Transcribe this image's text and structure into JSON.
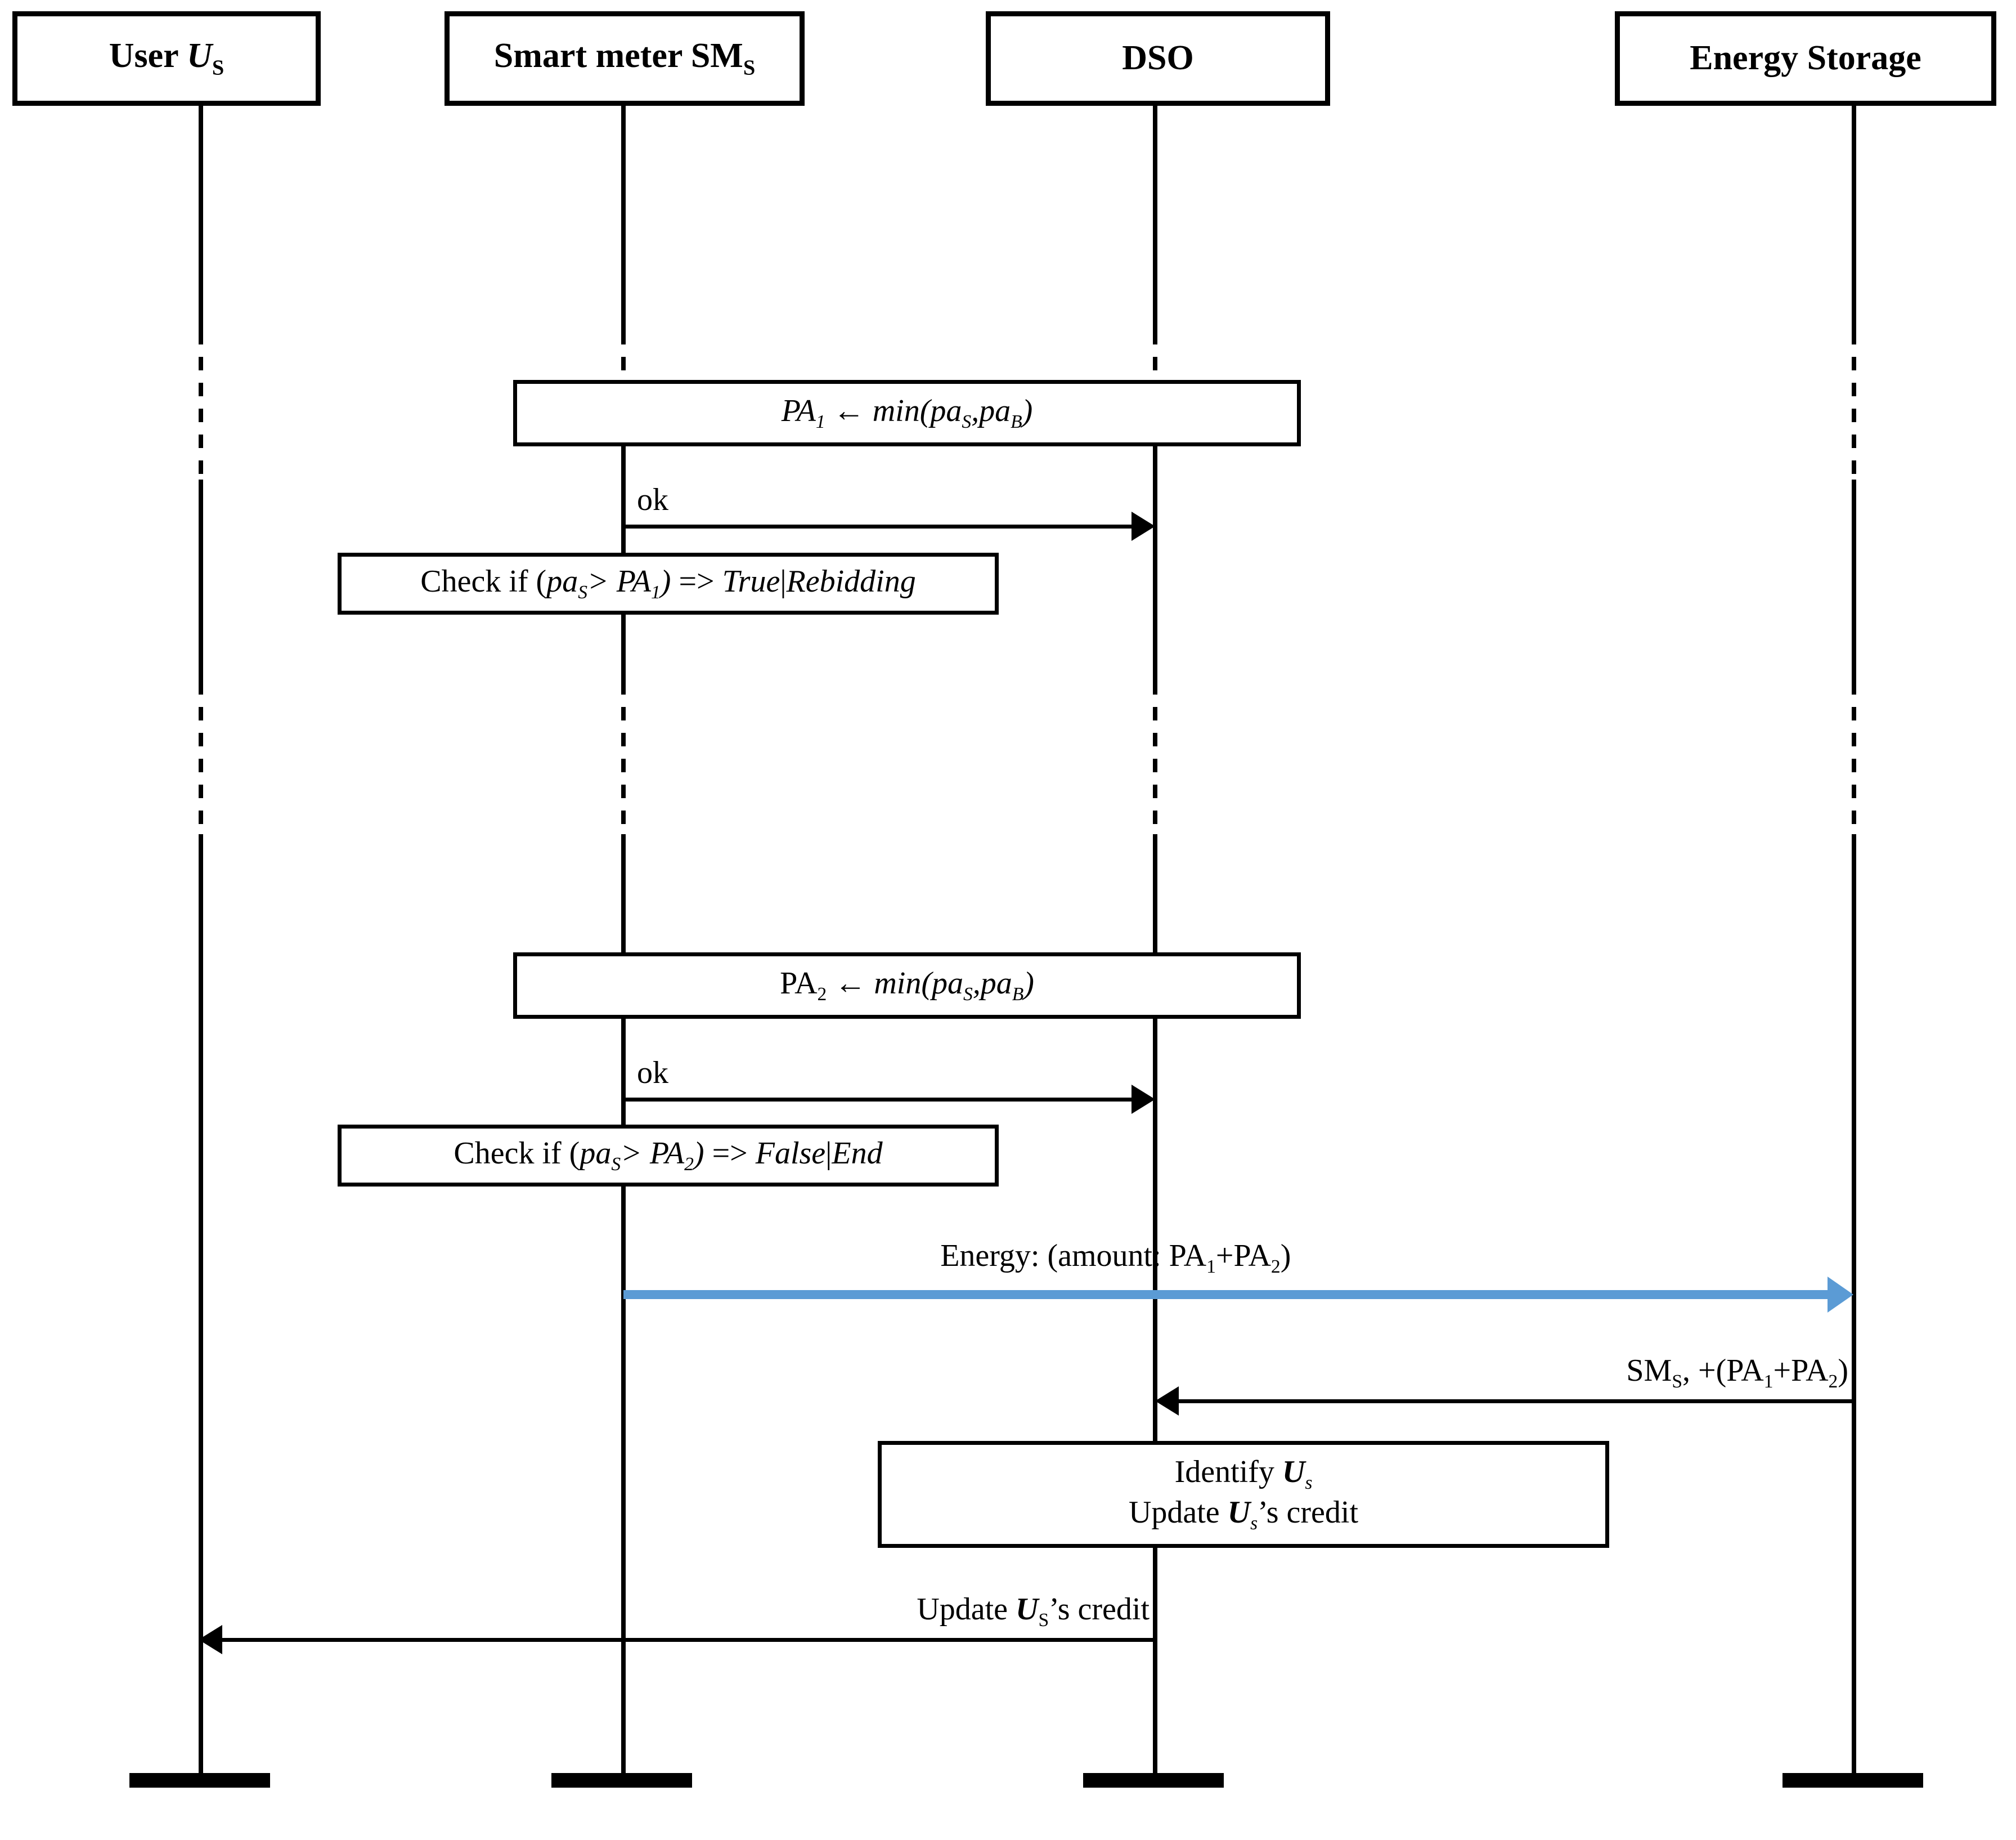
{
  "diagram": {
    "type": "uml-sequence-diagram",
    "accent_blue": "#5b9bd5",
    "line_color": "#000000",
    "background": "#ffffff"
  },
  "participants": [
    {
      "id": "user",
      "label_html": "User <em>U</em><span class=\"sub\">S</span>",
      "label_text": "User US"
    },
    {
      "id": "sm",
      "label_html": "Smart meter SM<span class=\"sub\">S</span>",
      "label_text": "Smart meter SMS"
    },
    {
      "id": "dso",
      "label_html": "DSO",
      "label_text": "DSO"
    },
    {
      "id": "storage",
      "label_html": "Energy Storage",
      "label_text": "Energy Storage"
    }
  ],
  "action_boxes": [
    {
      "id": "pa1",
      "html": "<span class=\"it\">PA</span><span class=\"subi\">1</span> <span class=\"it\">&#8592; min(pa</span><span class=\"subi\">S</span><span class=\"it\">,pa</span><span class=\"subi\">B</span><span class=\"it\">)</span>",
      "text": "PA1 ← min(paS,paB)"
    },
    {
      "id": "check1",
      "html": "Check if (<span class=\"it\">pa</span><span class=\"subi\">S</span><span class=\"it\">&gt; PA</span><span class=\"subi\">1</span><span class=\"it\">)</span> =&gt; <span class=\"it\">True</span>|<span class=\"it\">Rebidding</span>",
      "text": "Check if (paS> PA1) => True|Rebidding"
    },
    {
      "id": "pa2",
      "html": "PA<span class=\"sub\">2</span> <span class=\"it\">&#8592; min(pa</span><span class=\"subi\">S</span><span class=\"it\">,pa</span><span class=\"subi\">B</span><span class=\"it\">)</span>",
      "text": "PA2 ← min(paS,paB)"
    },
    {
      "id": "check2",
      "html": "Check if (<span class=\"it\">pa</span><span class=\"subi\">S</span><span class=\"it\">&gt; PA</span><span class=\"subi\">2</span><span class=\"it\">)</span> =&gt; <span class=\"it\">False</span>|<span class=\"it\">End</span>",
      "text": "Check if (paS> PA2) => False|End"
    },
    {
      "id": "identify",
      "line1_html": "Identify <span class=\"bi\">U</span><span class=\"subi\">s</span>",
      "line1_text": "Identify Us",
      "line2_html": "Update <span class=\"bi\">U</span><span class=\"subi\">s</span>&#8217;s credit",
      "line2_text": "Update Us’s credit"
    }
  ],
  "messages": [
    {
      "id": "ok1",
      "label_html": "ok",
      "label_text": "ok",
      "from": "sm",
      "to": "dso",
      "direction": "right",
      "color": "#000000"
    },
    {
      "id": "ok2",
      "label_html": "ok",
      "label_text": "ok",
      "from": "sm",
      "to": "dso",
      "direction": "right",
      "color": "#000000"
    },
    {
      "id": "energy",
      "label_html": "Energy: (amount: PA<span class=\"sub\">1</span>+PA<span class=\"sub\">2</span>)",
      "label_text": "Energy: (amount: PA1+PA2)",
      "from": "sm",
      "to": "storage",
      "direction": "right",
      "color": "#5b9bd5"
    },
    {
      "id": "credit-in",
      "label_html": "SM<span class=\"sub\">S</span>, +(PA<span class=\"sub\">1</span>+PA<span class=\"sub\">2</span>)",
      "label_text": "SMS, +(PA1+PA2)",
      "from": "storage",
      "to": "dso",
      "direction": "left",
      "color": "#000000"
    },
    {
      "id": "credit-out",
      "label_html": "Update <span class=\"bi\">U</span><span class=\"sub\">S</span>&#8217;s credit",
      "label_text": "Update US’s credit",
      "from": "dso",
      "to": "user",
      "direction": "left",
      "color": "#000000"
    }
  ]
}
